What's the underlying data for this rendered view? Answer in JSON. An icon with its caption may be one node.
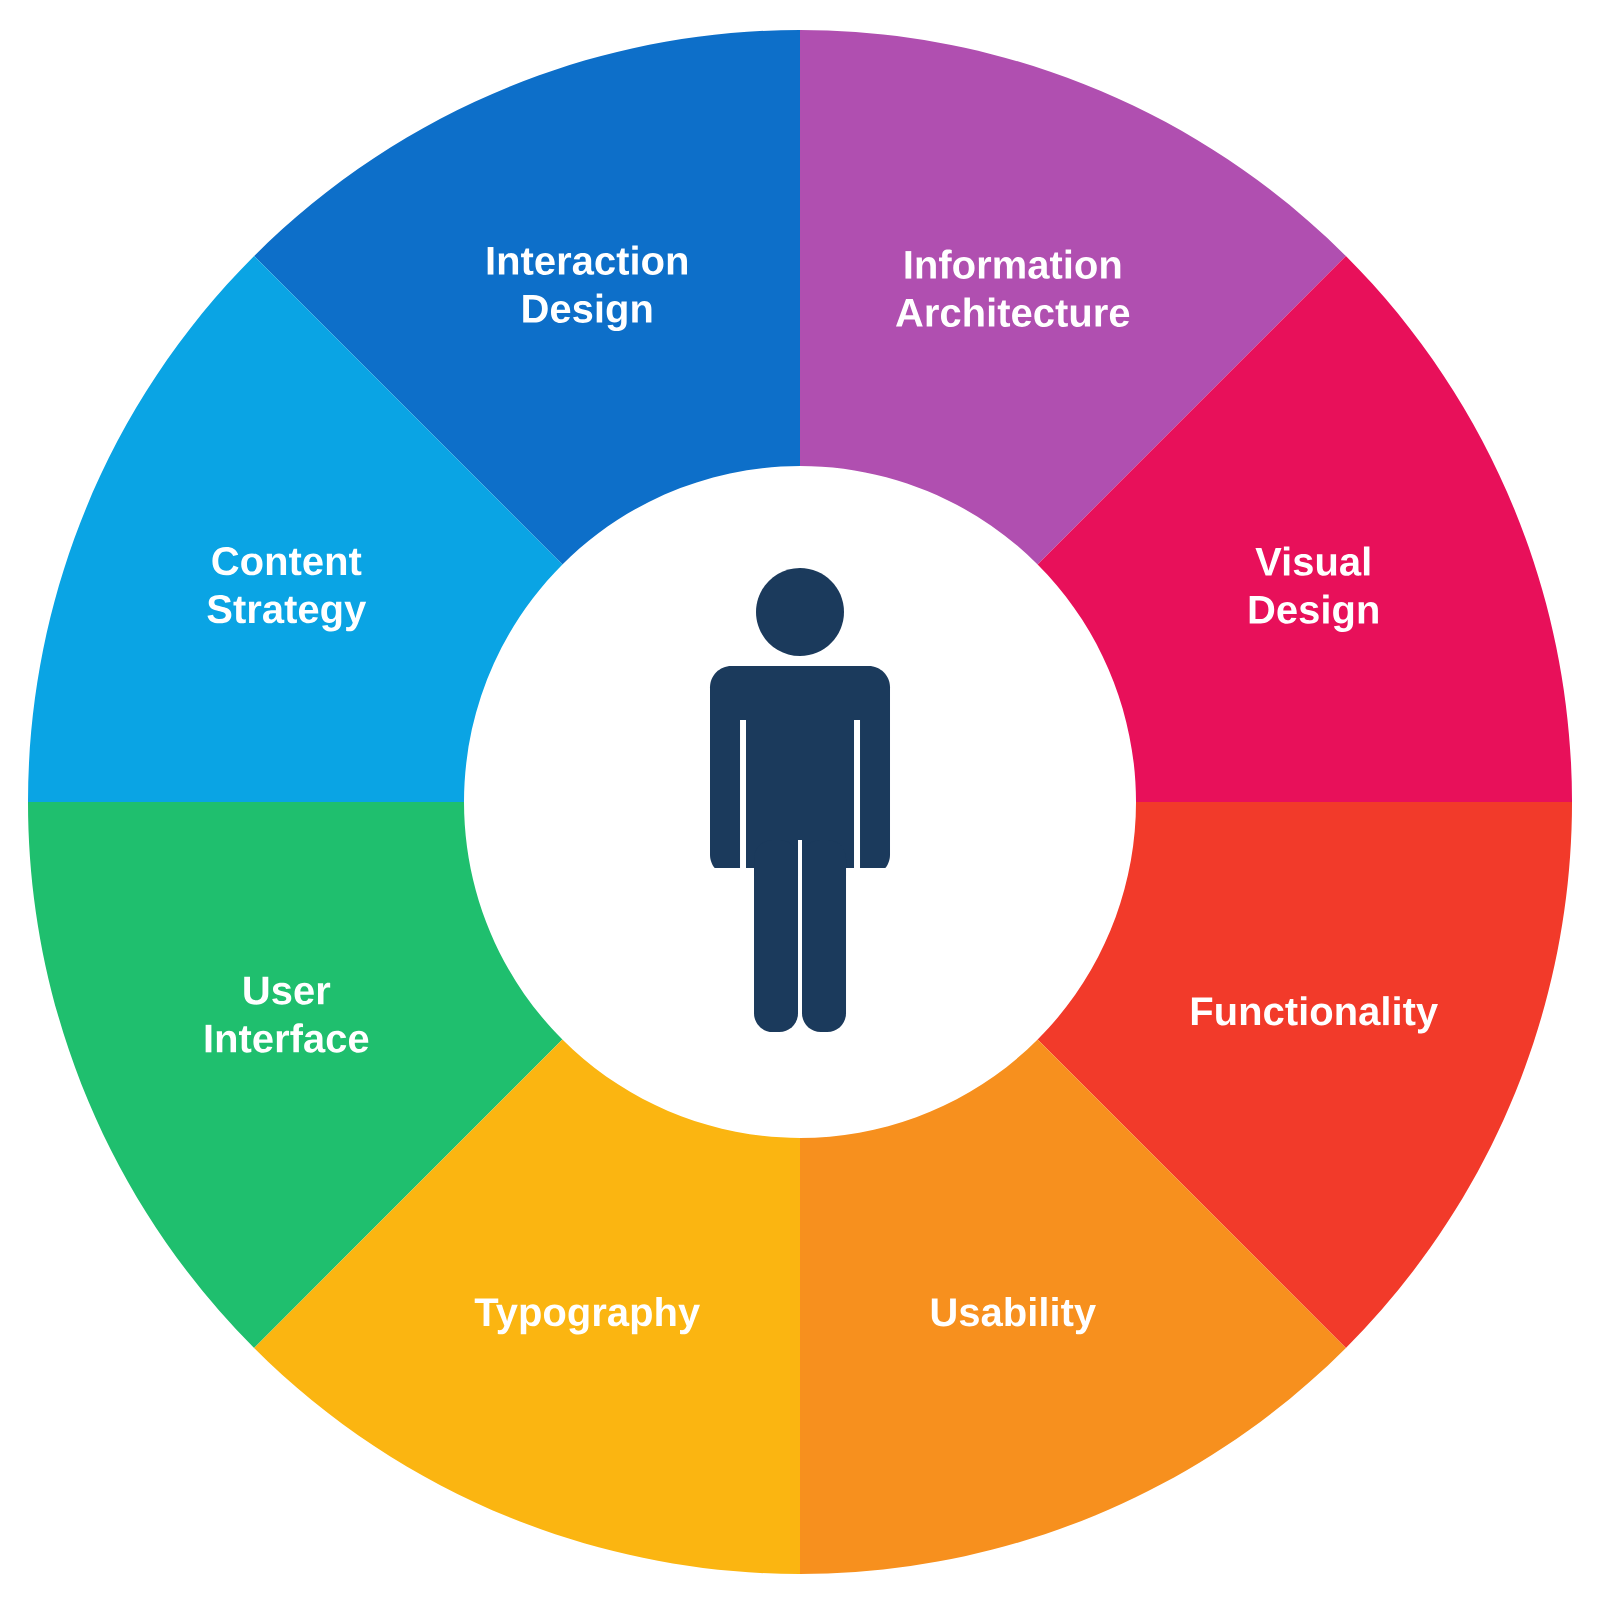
{
  "diagram": {
    "nodes": [
      {
        "text": [
          "Interaction Design"
        ]
      },
      {
        "text": [
          "Information Architecture"
        ]
      },
      {
        "text": [
          "Content Strategy"
        ]
      },
      {
        "text": [
          "Visual Design"
        ]
      },
      {
        "text": [
          "User Interface"
        ]
      },
      {
        "text": [
          "Functionality"
        ]
      },
      {
        "text": [
          "Typography"
        ]
      },
      {
        "text": [
          "Usability"
        ]
      },
      {
        "text": [],
        "shape": "person"
      }
    ]
  }
}
